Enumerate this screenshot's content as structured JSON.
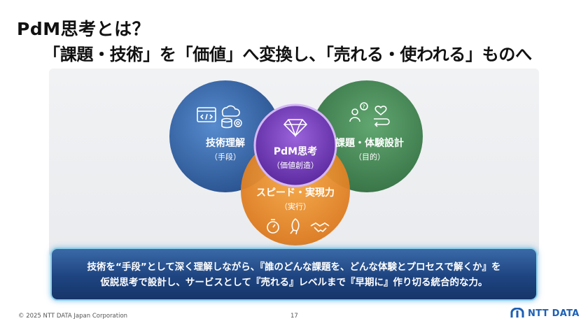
{
  "title": {
    "line1": "PdM思考とは？",
    "line2": "「課題・技術」を「価値」へ変換し、「売れる・使われる」ものへ"
  },
  "venn": {
    "left": {
      "label": "技術理解",
      "sub": "（手段）"
    },
    "right": {
      "label": "課題・体験設計",
      "sub": "（目的）"
    },
    "bottom": {
      "label": "スピード・実現力",
      "sub": "（実行）"
    },
    "center": {
      "label": "PdM思考",
      "sub": "（価値創造）"
    },
    "colors": {
      "left": "#2e64ad",
      "right": "#3f8a52",
      "bottom": "#ee8f25",
      "center": "#7a3fc0"
    }
  },
  "summary": {
    "line1": "技術を“手段”として深く理解しながら、『誰のどんな課題を、どんな体験とプロセスで解くか』を",
    "line2": "仮説思考で設計し、サービスとして『売れる』レベルまで『早期に』作り切る統合的な力。"
  },
  "footer": {
    "copyright": "© 2025 NTT DATA Japan Corporation",
    "page": "17",
    "logo": "NTT DATA"
  },
  "icons": [
    "code-window-icon",
    "cloud-database-icon",
    "gear-icon",
    "people-question-icon",
    "heart-loop-icon",
    "diamond-icon",
    "stopwatch-icon",
    "rocket-icon",
    "handshake-icon",
    "ntt-data-logo-icon"
  ]
}
